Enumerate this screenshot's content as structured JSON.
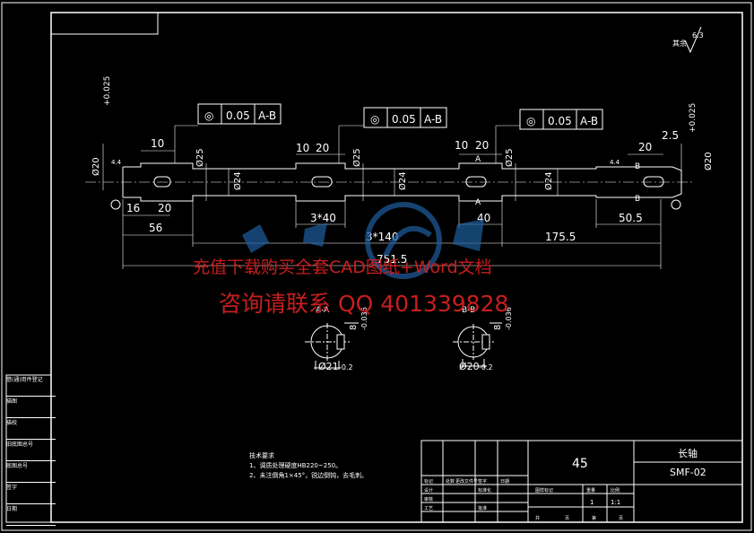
{
  "material": "45",
  "part": {
    "name": "长轴",
    "code": "SMF-02"
  },
  "surface_finish": {
    "label": "其余",
    "value": "6.3"
  },
  "tolerance_frames": [
    {
      "symbol": "◎",
      "value": "0.05",
      "datum": "A-B"
    },
    {
      "symbol": "◎",
      "value": "0.05",
      "datum": "A-B"
    },
    {
      "symbol": "◎",
      "value": "0.05",
      "datum": "A-B"
    }
  ],
  "dimensions": {
    "d_10a": "10",
    "d_10b": "10",
    "d_20a": "20",
    "d_10c": "10",
    "d_20b": "20",
    "d_20c": "20",
    "d_25": "2.5",
    "d_16": "16",
    "d_20d": "20",
    "d_56": "56",
    "d_3x40": "3*40",
    "d_40": "40",
    "d_505": "50.5",
    "d_3x140": "3*140",
    "d_1755": "175.5",
    "d_7515": "751.5",
    "dia_20a": "Ø20",
    "dia_25a": "Ø25",
    "dia_24a": "Ø24",
    "dia_25b": "Ø25",
    "dia_24b": "Ø24",
    "dia_25c": "Ø25",
    "dia_24c": "Ø24",
    "dia_20b": "Ø20",
    "tol_up": "+0.025",
    "tol_up2": "+0.025",
    "chamfer": "4.4",
    "sec_a_label": "A-A",
    "sec_b_label": "B-B",
    "sec_a_dia": "Ø21",
    "sec_b_dia": "Ø20",
    "sec_tol": "-0.2",
    "sec_key": "8",
    "sec_key_tol": "-0.036",
    "sec_a": "A",
    "sec_b": "B"
  },
  "watermark": {
    "line1": "充值下载购买全套CAD图纸+Word文档",
    "line2": "咨询请联系 QQ 401339828"
  },
  "notes": {
    "title": "技术要求",
    "items": [
      "1、调质处理硬度HB220~250。",
      "2、未注倒角1×45°，锐边倒钝，去毛刺。"
    ]
  },
  "title_block": {
    "labels": [
      "标记",
      "处数",
      "更改文件号",
      "签字",
      "日期",
      "设计",
      "标准化",
      "审核",
      "工艺",
      "批准",
      "图样标记",
      "重量",
      "比例",
      "共",
      "页",
      "第",
      "页"
    ],
    "scale": "1:1",
    "qty": "1"
  },
  "left_column": [
    "借(通)用件登记",
    "描图",
    "描校",
    "旧底图总号",
    "底图总号",
    "签字",
    "日期"
  ]
}
